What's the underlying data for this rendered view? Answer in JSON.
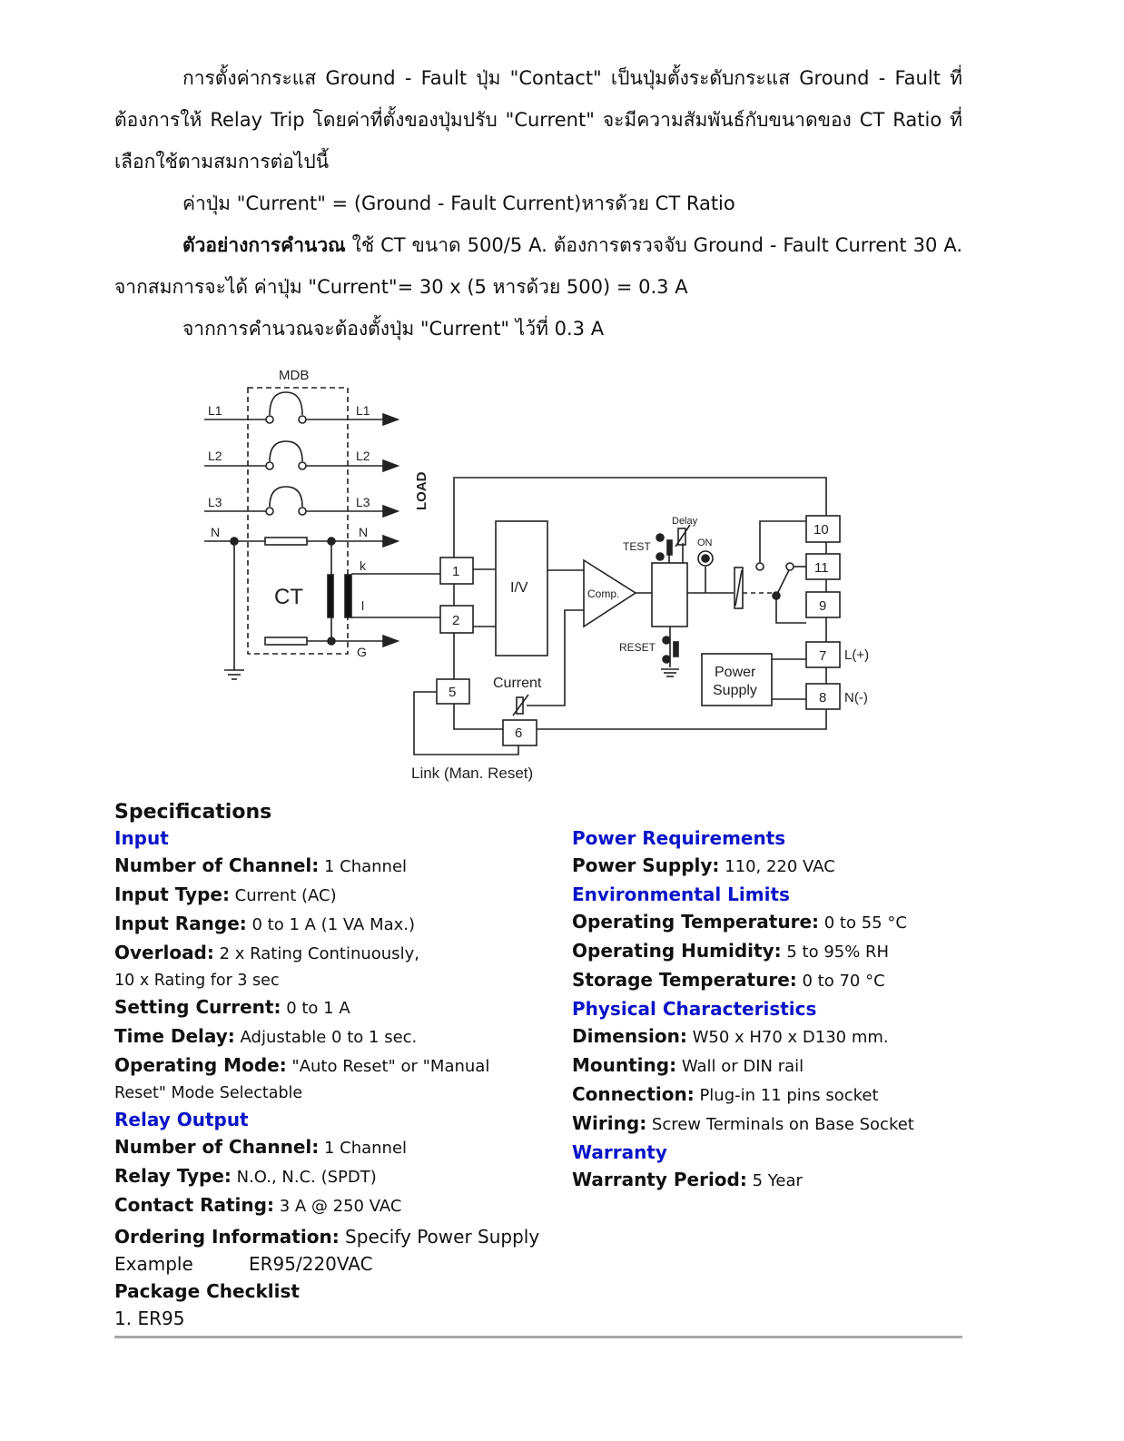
{
  "intro": {
    "p1": "การตั้งค่ากระแส Ground - Fault ปุ่ม \"Contact\" เป็นปุ่มตั้งระดับกระแส Ground - Fault ที่ต้องการให้ Relay Trip โดยค่าที่ตั้งของปุ่มปรับ \"Current\" จะมีความสัมพันธ์กับขนาดของ CT Ratio ที่เลือกใช้ตามสมการต่อไปนี้",
    "formula": "ค่าปุ่ม \"Current\" = (Ground - Fault Current)หารด้วย CT Ratio",
    "example_label": "ตัวอย่างการคำนวณ",
    "example_text": " ใช้ CT ขนาด 500/5 A. ต้องการตรวจจับ Ground - Fault Current 30 A. จากสมการจะได้ ค่าปุ่ม \"Current\"= 30 x (5 หารด้วย 500) = 0.3 A",
    "conclusion": "จากการคำนวณจะต้องตั้งปุ่ม \"Current\" ไว้ที่ 0.3 A"
  },
  "diagram": {
    "mdb": "MDB",
    "l1": "L1",
    "l2": "L2",
    "l3": "L3",
    "n": "N",
    "g": "G",
    "ct": "CT",
    "k": "k",
    "l": "l",
    "load": "LOAD",
    "iv": "I/V",
    "comp": "Comp.",
    "test": "TEST",
    "delay": "Delay",
    "on": "ON",
    "reset": "RESET",
    "current": "Current",
    "power_supply_1": "Power",
    "power_supply_2": "Supply",
    "lplus": "L(+)",
    "nminus": "N(-)",
    "link": "Link (Man. Reset)",
    "terminals": {
      "t1": "1",
      "t2": "2",
      "t5": "5",
      "t6": "6",
      "t7": "7",
      "t8": "8",
      "t9": "9",
      "t10": "10",
      "t11": "11"
    }
  },
  "specs": {
    "title": "Specifications",
    "left": {
      "input_h": "Input",
      "channels_l": "Number of Channel:",
      "channels_v": " 1 Channel",
      "type_l": "Input Type:",
      "type_v": " Current (AC)",
      "range_l": "Input Range:",
      "range_v": " 0 to 1 A (1 VA Max.)",
      "overload_l": "Overload:",
      "overload_v": " 2 x Rating Continuously,",
      "overload_v2": "10 x Rating for 3 sec",
      "setting_l": "Setting Current:",
      "setting_v": " 0 to 1 A",
      "delay_l": "Time Delay:",
      "delay_v": " Adjustable 0 to 1 sec.",
      "mode_l": "Operating Mode:",
      "mode_v": " \"Auto Reset\" or \"Manual",
      "mode_v2": "Reset\" Mode Selectable",
      "relay_h": "Relay Output",
      "rchannels_l": "Number of Channel:",
      "rchannels_v": " 1 Channel",
      "rtype_l": "Relay Type:",
      "rtype_v": " N.O., N.C. (SPDT)",
      "contact_l": "Contact Rating:",
      "contact_v": " 3 A @ 250 VAC"
    },
    "right": {
      "power_h": "Power Requirements",
      "supply_l": "Power Supply:",
      "supply_v": " 110, 220 VAC",
      "env_h": "Environmental Limits",
      "optemp_l": "Operating Temperature:",
      "optemp_v": " 0 to 55 °C",
      "ophum_l": "Operating Humidity:",
      "ophum_v": " 5 to 95% RH",
      "sttemp_l": "Storage Temperature:",
      "sttemp_v": " 0 to 70 °C",
      "phys_h": "Physical Characteristics",
      "dim_l": "Dimension:",
      "dim_v": " W50 x H70 x D130 mm.",
      "mount_l": "Mounting:",
      "mount_v": " Wall or DIN rail",
      "conn_l": "Connection:",
      "conn_v": " Plug-in 11 pins socket",
      "wiring_l": "Wiring:",
      "wiring_v": " Screw Terminals on Base Socket",
      "warranty_h": "Warranty",
      "period_l": "Warranty Period:",
      "period_v": " 5 Year"
    }
  },
  "ordering": {
    "label": "Ordering Information:",
    "value": " Specify Power Supply",
    "example_label": "Example",
    "example_value": "ER95/220VAC",
    "checklist_label": "Package Checklist",
    "item1": "1. ER95"
  }
}
